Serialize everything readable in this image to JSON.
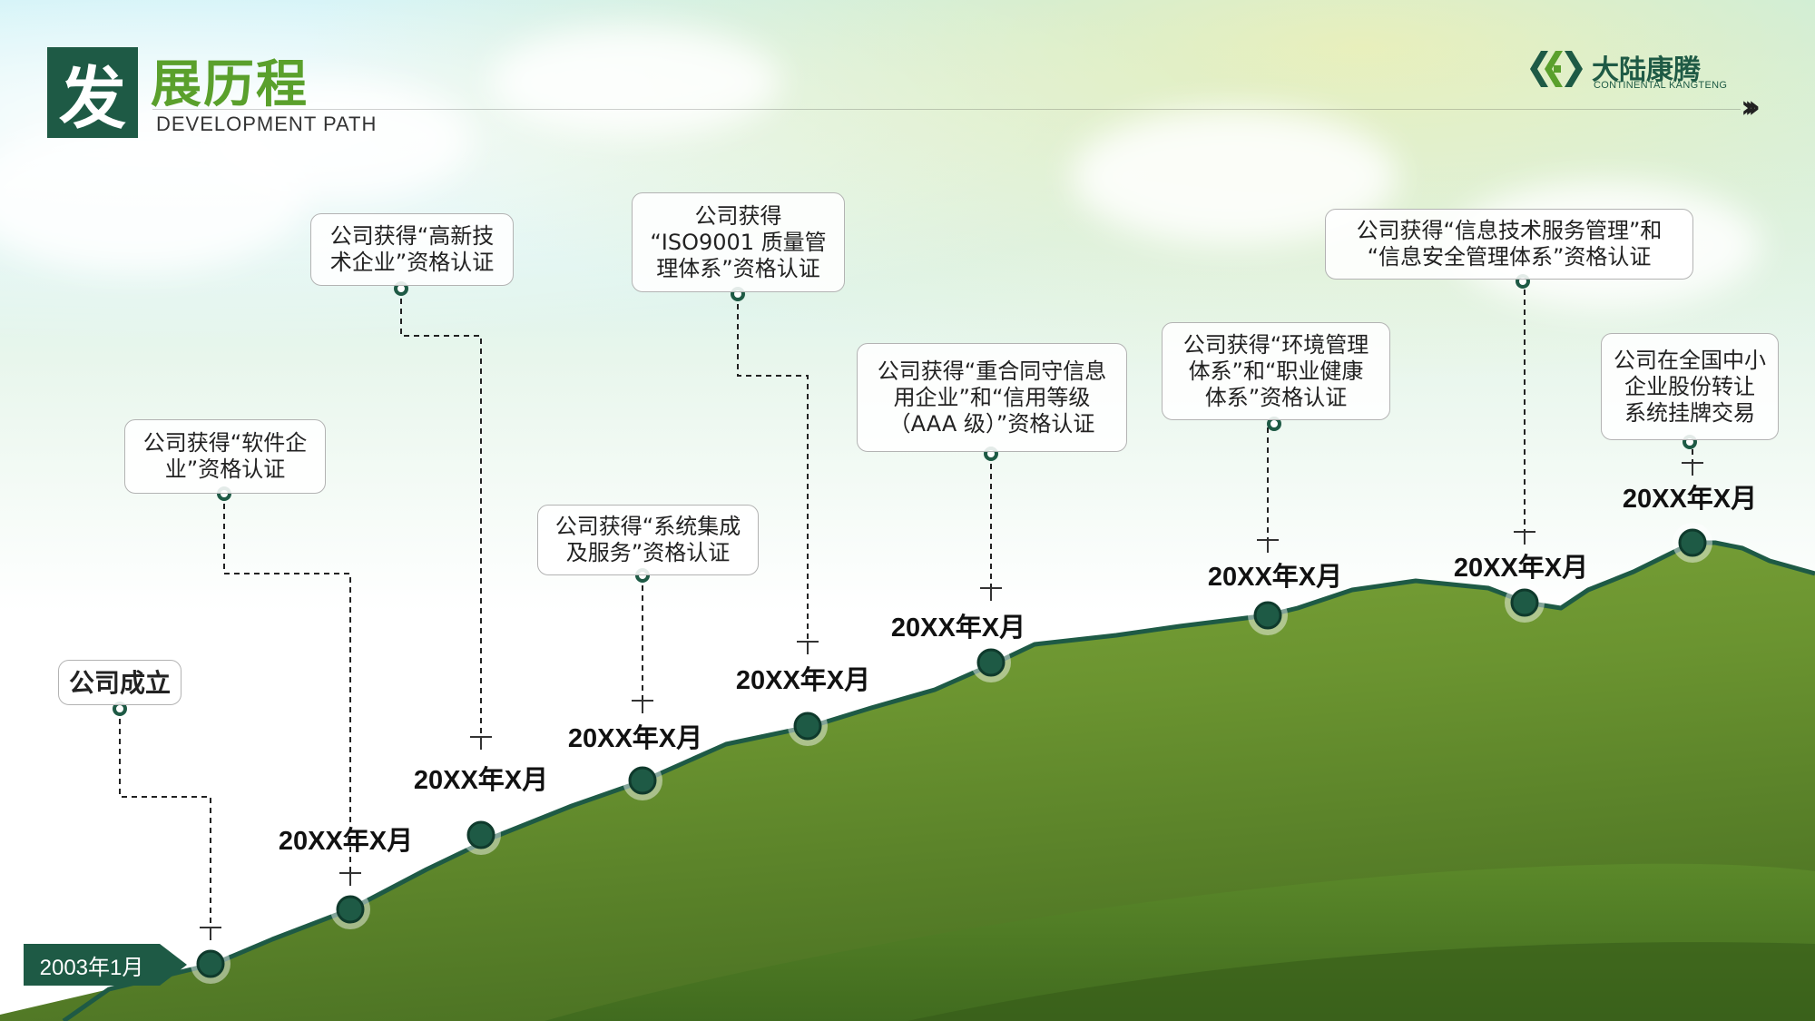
{
  "header": {
    "title_char": "发",
    "title_rest": "展历程",
    "subtitle": "DEVELOPMENT PATH"
  },
  "logo": {
    "name_cn": "大陆康腾",
    "name_en": "CONTINENTAL KANGTENG"
  },
  "start": {
    "date_label": "2003年1月"
  },
  "milestones": [
    {
      "text": "公司成立",
      "date": ""
    },
    {
      "text": "公司获得“软件企\n业”资格认证",
      "date": "20XX年X月"
    },
    {
      "text": "公司获得“高新技\n术企业”资格认证",
      "date": "20XX年X月"
    },
    {
      "text": "公司获得“系统集成\n及服务”资格认证",
      "date": "20XX年X月"
    },
    {
      "text": "公司获得\n“ISO9001 质量管\n理体系”资格认证",
      "date": "20XX年X月"
    },
    {
      "text": "公司获得“重合同守信息\n用企业”和“信用等级\n（AAA 级）”资格认证",
      "date": "20XX年X月"
    },
    {
      "text": "公司获得“环境管理\n体系”和“职业健康\n体系”资格认证",
      "date": "20XX年X月"
    },
    {
      "text": "公司获得“信息技术服务管理”和\n“信息安全管理体系”资格认证",
      "date": "20XX年X月"
    },
    {
      "text": "公司在全国中小\n企业股份转让\n系统挂牌交易",
      "date": "20XX年X月"
    }
  ],
  "colors": {
    "brand": "#1e5a45",
    "title_green": "#5aa02c",
    "ridge": "#1e5a45"
  },
  "icons": [
    "double-chevron-right-icon",
    "logo-mark-icon"
  ]
}
